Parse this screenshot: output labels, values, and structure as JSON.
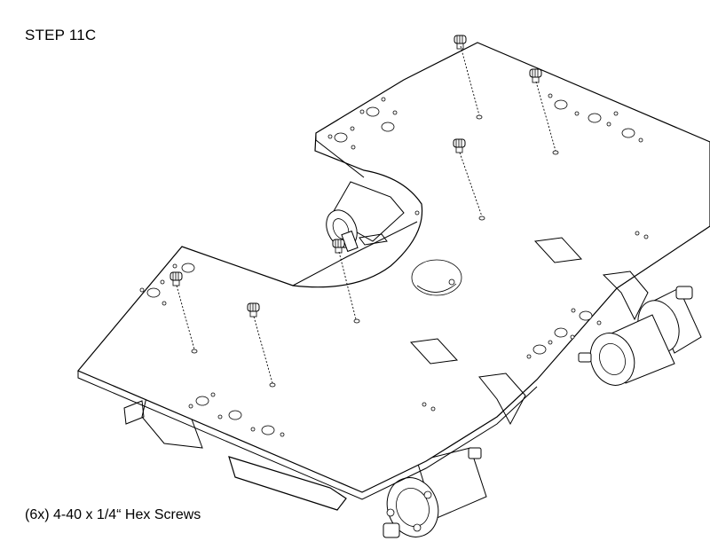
{
  "step": {
    "title": "STEP 11C"
  },
  "parts": {
    "caption": "(6x) 4-40 x 1/4“ Hex Screws"
  },
  "screws": [
    {
      "name": "screw-1"
    },
    {
      "name": "screw-2"
    },
    {
      "name": "screw-3"
    },
    {
      "name": "screw-4"
    },
    {
      "name": "screw-5"
    },
    {
      "name": "screw-6"
    }
  ]
}
